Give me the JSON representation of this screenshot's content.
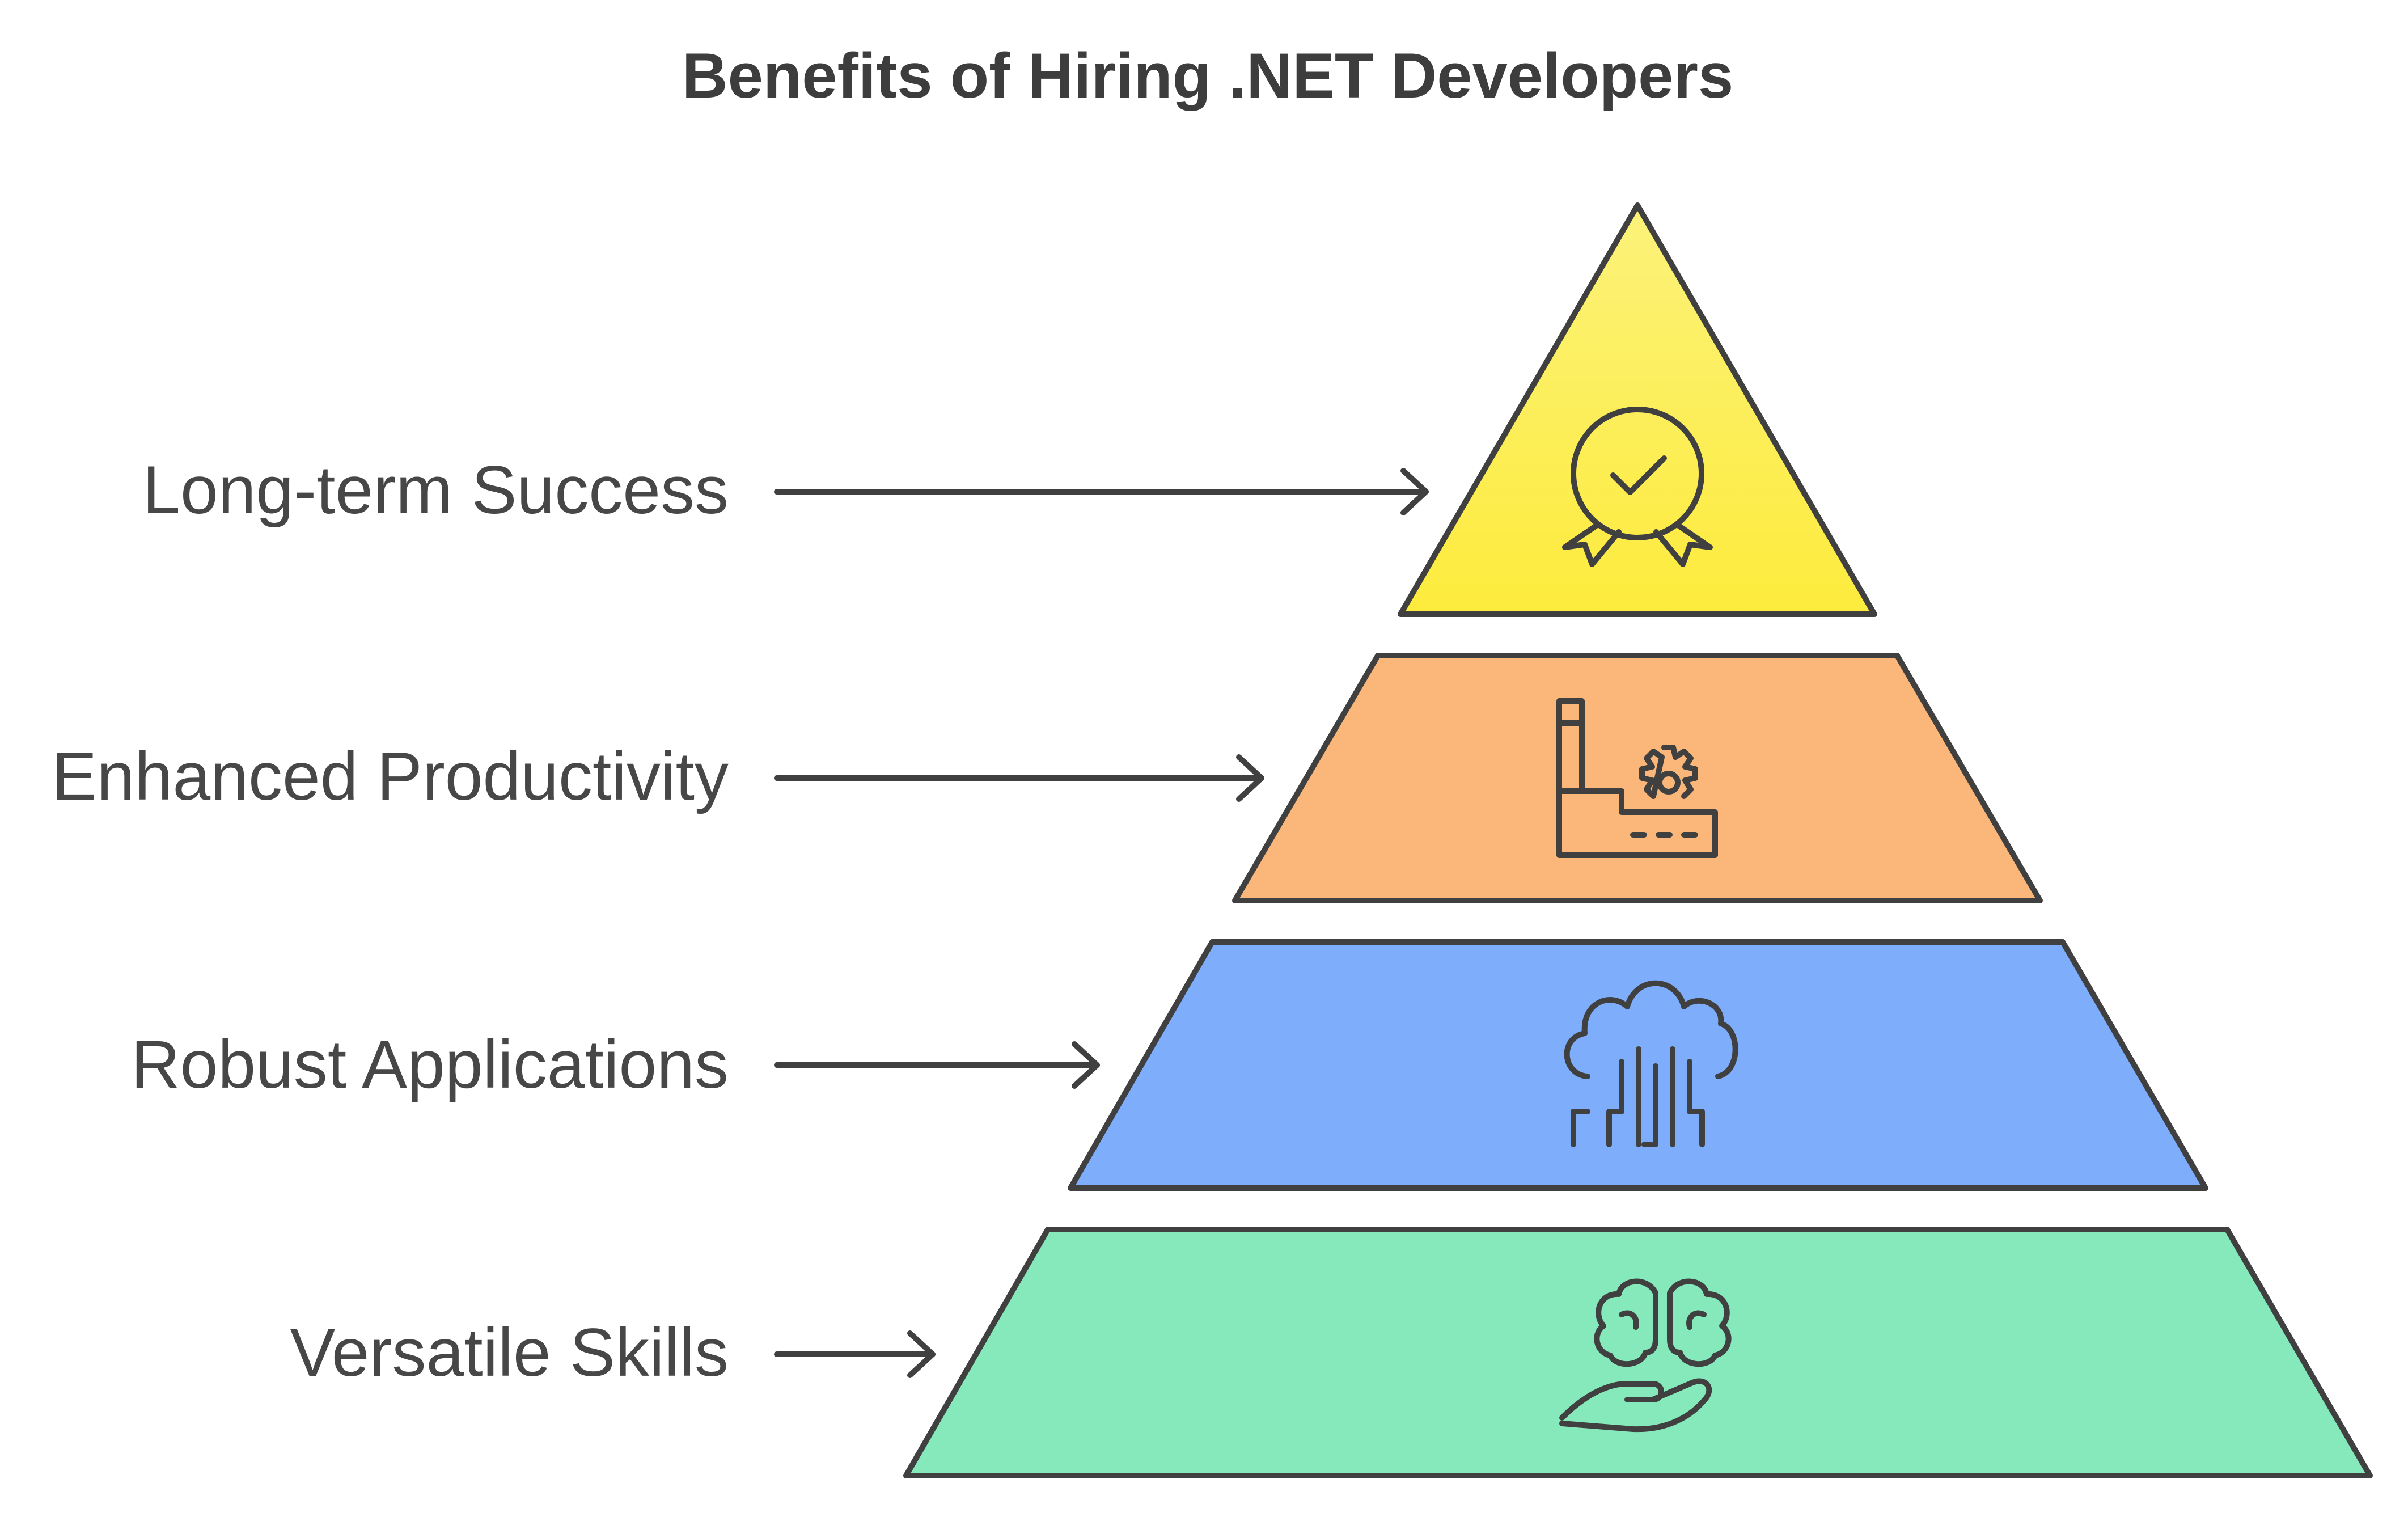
{
  "title": "Benefits of Hiring .NET Developers",
  "colors": {
    "outline": "#404040",
    "text": "#474747",
    "yellow_top": "#FCF27A",
    "yellow_bottom": "#FDEB3C",
    "orange": "#FBB679",
    "blue": "#7EADFC",
    "green": "#86E9BB"
  },
  "layers": [
    {
      "label": "Long-term Success",
      "icon": "award-ribbon-check-icon",
      "color": "#FDEB3C"
    },
    {
      "label": "Enhanced Productivity",
      "icon": "factory-gear-icon",
      "color": "#FBB679"
    },
    {
      "label": "Robust Applications",
      "icon": "cloud-circuit-icon",
      "color": "#7EADFC"
    },
    {
      "label": "Versatile Skills",
      "icon": "brain-hand-icon",
      "color": "#86E9BB"
    }
  ]
}
